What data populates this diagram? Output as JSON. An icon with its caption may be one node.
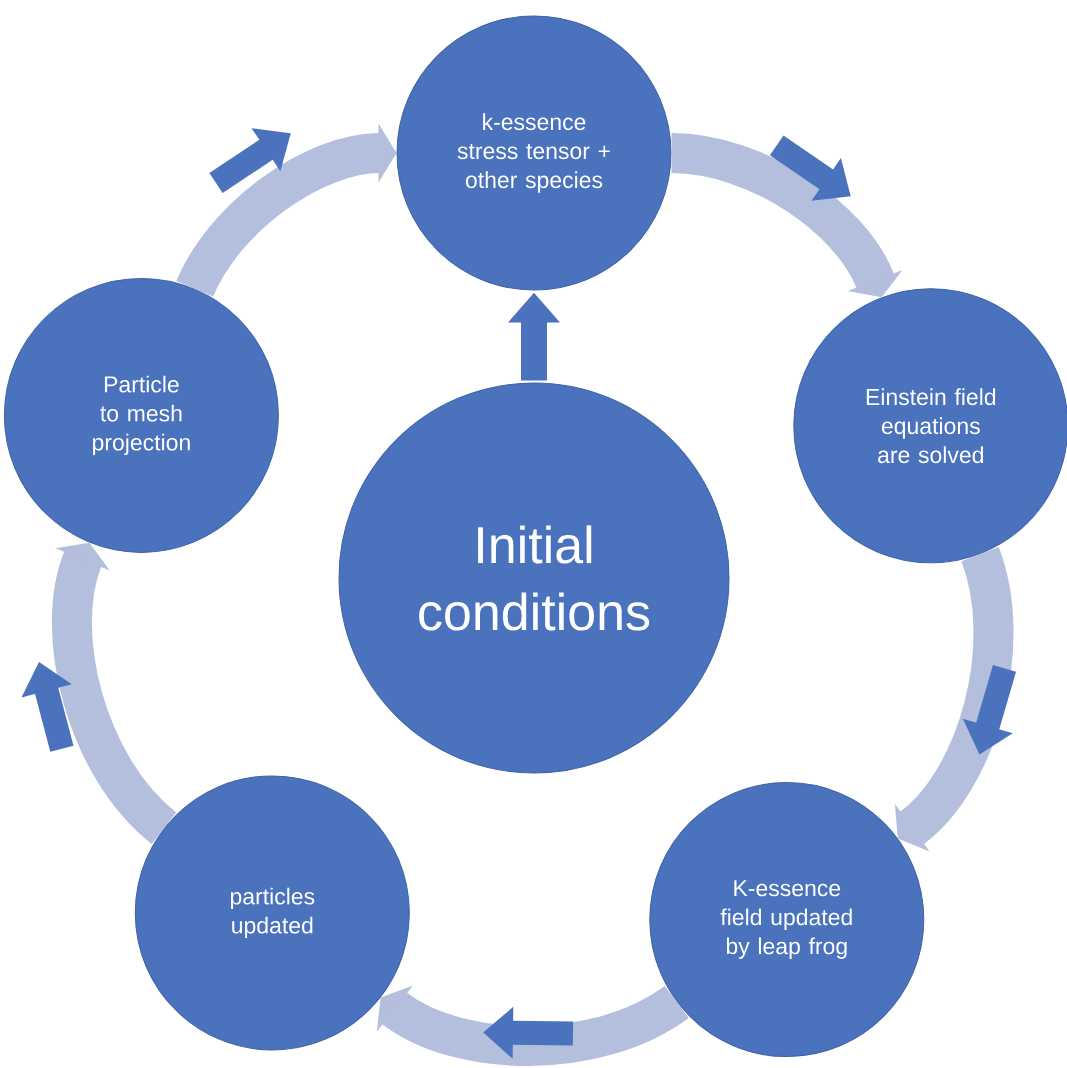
{
  "diagram": {
    "nodes": [
      {
        "text": [
          "Initial conditions"
        ]
      },
      {
        "text": [
          "k-essence stress tensor + other species"
        ]
      },
      {
        "text": [
          "Einstein field equations are solved"
        ]
      },
      {
        "text": [
          "K-essence field updated by leap frog"
        ]
      },
      {
        "text": [
          "particles updated"
        ]
      },
      {
        "text": [
          "Particle to mesh projection"
        ]
      }
    ],
    "edges": [
      {
        "from": 0,
        "to": 1,
        "arrow": "to",
        "color": "#4a72bd"
      },
      {
        "from": 1,
        "to": 2,
        "arrow": "to"
      },
      {
        "from": 2,
        "to": 3,
        "arrow": "to"
      },
      {
        "from": 3,
        "to": 4,
        "arrow": "to"
      },
      {
        "from": 4,
        "to": 5,
        "arrow": "to"
      },
      {
        "from": 5,
        "to": 1,
        "arrow": "to"
      }
    ]
  }
}
